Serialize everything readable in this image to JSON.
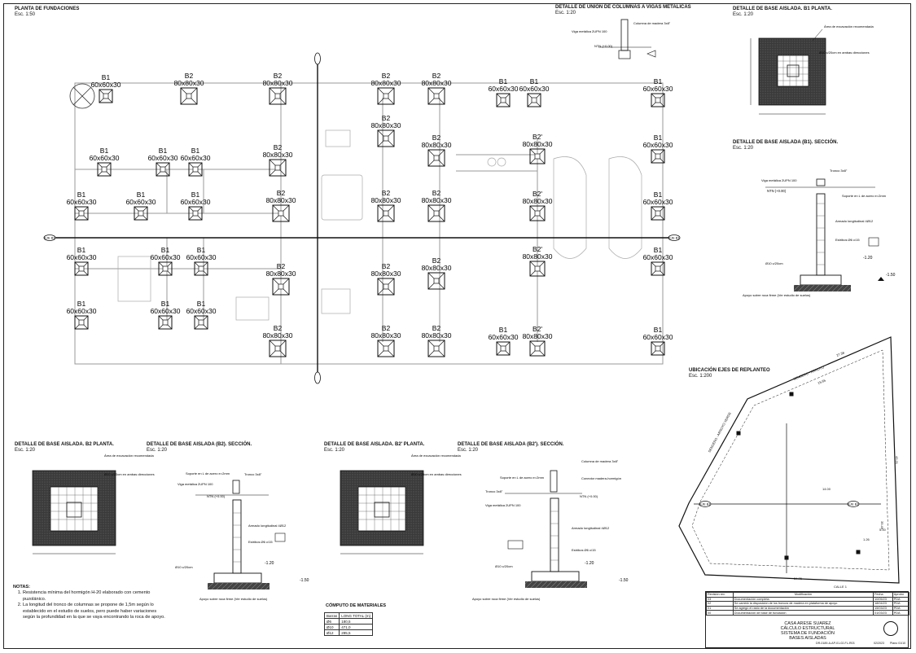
{
  "titles": {
    "plan": "PLANTA DE FUNDACIONES",
    "plan_scale": "Esc. 1:50",
    "union": "DETALLE DE UNIÓN DE COLUMNAS A VIGAS METALICAS",
    "union_scale": "Esc. 1:20",
    "b1_plan": "DETALLE DE BASE AISLADA. B1 PLANTA.",
    "b1_plan_scale": "Esc. 1:20",
    "b1_sec": "DETALLE DE BASE AISLADA (B1). SECCIÓN.",
    "b1_sec_scale": "Esc. 1:20",
    "ejes": "UBICACIÓN EJES DE REPLANTEO",
    "ejes_scale": "Esc. 1:200",
    "b2_plan": "DETALLE DE BASE AISLADA. B2 PLANTA.",
    "b2_plan_scale": "Esc. 1:20",
    "b2_sec": "DETALLE DE BASE AISLADA (B2). SECCIÓN.",
    "b2_sec_scale": "Esc. 1:20",
    "b2p_plan": "DETALLE DE BASE AISLADA. B2' PLANTA.",
    "b2p_plan_scale": "Esc. 1:20",
    "b2p_sec": "DETALLE DE BASE AISLADA (B2'). SECCIÓN.",
    "b2p_sec_scale": "Esc. 1:20"
  },
  "footings": {
    "b1": "B1",
    "b1_dim": "60x60x30",
    "b2": "B2",
    "b2_dim": "80x80x30",
    "b2p": "B2'",
    "b2p_dim": "80x80x30"
  },
  "axes": {
    "eje_b1": "EJE B1",
    "eje_b2": "EJE B2"
  },
  "callouts": {
    "area_excavacion": "Área de excavación recomendada",
    "phi10": "Ø10 c/20cm en ambas direcciones",
    "tronco": "Tronco 3x8\"",
    "soporte": "Soporte en L de acero e=2mm",
    "viga": "Viga metálica 2UPN 100",
    "npt": "NTN (+0.00)",
    "armado": "Armado longitudinal 4Ø12",
    "estribos": "Estribos Ø6 c/15",
    "phi_base": "Ø10 c/20cm",
    "apoyo": "Apoyo sobre roca firme (Ver estudio de suelos)",
    "level_120": "-1.20",
    "level_150": "-1.50",
    "columna": "Columna de madera 3x8\"",
    "conector": "Conector madera-hormigón"
  },
  "notes": {
    "heading": "NOTAS:",
    "items": [
      "Resistencia mínima del hormigón H-20 elaborado con cemento puzolánico.",
      "La longitud del tronco de columnas se propone de 1,5m según lo establecido en el estudio de suelos, pero puede haber variaciones según la profundidad en la que se vaya encontrando la roca de apoyo."
    ]
  },
  "materials": {
    "title": "CÓMPUTO DE MATERIALES",
    "header": [
      "Barras",
      "LONG TOTAL (m)"
    ],
    "rows": [
      [
        "Ø6",
        "180,5"
      ],
      [
        "Ø10",
        "471,0"
      ],
      [
        "Ø12",
        "295,5"
      ]
    ]
  },
  "title_block": {
    "rev_header": [
      "Revisión rev.",
      "Modificación",
      "Fecha",
      "Aprobó"
    ],
    "revisions": [
      [
        "03",
        "Documentación completa",
        "10/05/23",
        "PDA"
      ],
      [
        "02",
        "Se cambió la disposición de los troncos de madera en plataforma de apoyo",
        "18/04/23",
        "PDA"
      ],
      [
        "01",
        "Se agregó el rasto de la documentación",
        "15/03/23",
        "PDA"
      ],
      [
        "00",
        "Documentación de base de fundación",
        "01/03/23",
        "PDA"
      ]
    ],
    "project": "CASA ARESE SUAREZ",
    "line2": "CÁLCULO ESTRUCTURAL",
    "line3": "SISTEMA DE FUNDACIÓN",
    "line4": "BASES AISLADAS",
    "code": "DR-0189-A-AP-01-02-FL-R03",
    "date": "02/2023",
    "sheet": "Plano 01/10"
  },
  "site": {
    "street_a": "SENDERO - ARROYO",
    "street_b": "SENDERO - ARROYO VERDE",
    "street_c": "CALLE 1",
    "dims": [
      "27.38",
      "15.65",
      "34.76",
      "14.00",
      "43.21",
      "35.49",
      "5.00",
      "1.26"
    ]
  }
}
